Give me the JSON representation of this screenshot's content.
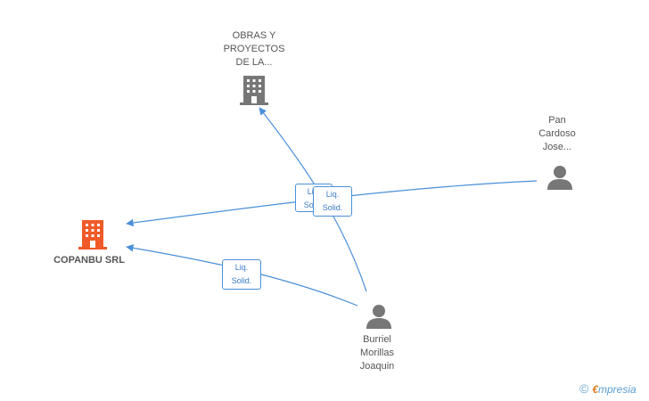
{
  "nodes": {
    "obras": {
      "lines": [
        "OBRAS Y",
        "PROYECTOS",
        "DE LA..."
      ],
      "icon": "building-icon"
    },
    "copanbu": {
      "lines": [
        "COPANBU SRL"
      ],
      "icon": "building-icon"
    },
    "pan": {
      "lines": [
        "Pan",
        "Cardoso",
        "Jose..."
      ],
      "icon": "person-icon"
    },
    "burriel": {
      "lines": [
        "Burriel",
        "Morillas",
        "Joaquin"
      ],
      "icon": "person-icon"
    }
  },
  "edges": [
    {
      "from": "burriel",
      "to": "obras",
      "label": [
        "Liq.",
        "Solid."
      ]
    },
    {
      "from": "pan",
      "to": "copanbu",
      "label": [
        "Liq.",
        "Solid."
      ]
    },
    {
      "from": "burriel",
      "to": "copanbu",
      "label": [
        "Liq.",
        "Solid."
      ]
    }
  ],
  "brand": {
    "copyright": "©",
    "e": "€",
    "rest": "mpresia"
  },
  "colors": {
    "edge": "#4a90d9",
    "company_main": "#f05a28",
    "company": "#777777",
    "person": "#777777"
  }
}
